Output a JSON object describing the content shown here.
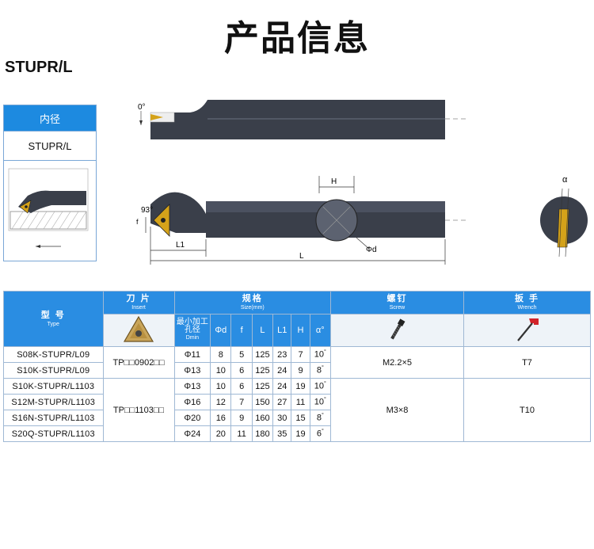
{
  "title": "产品信息",
  "product_code": "STUPR/L",
  "left_panel": {
    "header": "内径",
    "code": "STUPR/L"
  },
  "drawing": {
    "angle_zero": "0°",
    "angle_93": "93°",
    "label_f": "f",
    "label_L1": "L1",
    "label_L": "L",
    "label_H": "H",
    "label_phid": "Φd",
    "label_alpha": "α"
  },
  "table": {
    "headers": {
      "model_cn": "型 号",
      "model_en": "Type",
      "insert_cn": "刀 片",
      "insert_en": "Insert",
      "size_cn": "规格",
      "size_en": "Size(mm)",
      "screw_cn": "螺钉",
      "screw_en": "Screw",
      "wrench_cn": "扳 手",
      "wrench_en": "Wrench"
    },
    "subheaders": {
      "dmin_cn": "最小加工孔径",
      "dmin_en": "Dmin",
      "phid": "Φd",
      "f": "f",
      "L": "L",
      "L1": "L1",
      "H": "H",
      "alpha": "α°"
    },
    "groups": [
      {
        "insert": "TP□□0902□□",
        "screw": "M2.2×5",
        "wrench": "T7",
        "rows": [
          {
            "model": "S08K-STUPR/L09",
            "dmin": "Φ11",
            "d": "8",
            "f": "5",
            "L": "125",
            "L1": "23",
            "H": "7",
            "alpha": "10"
          },
          {
            "model": "S10K-STUPR/L09",
            "dmin": "Φ13",
            "d": "10",
            "f": "6",
            "L": "125",
            "L1": "24",
            "H": "9",
            "alpha": "8"
          }
        ]
      },
      {
        "insert": "TP□□1103□□",
        "screw": "M3×8",
        "wrench": "T10",
        "rows": [
          {
            "model": "S10K-STUPR/L1103",
            "dmin": "Φ13",
            "d": "10",
            "f": "6",
            "L": "125",
            "L1": "24",
            "H": "19",
            "alpha": "10"
          },
          {
            "model": "S12M-STUPR/L1103",
            "dmin": "Φ16",
            "d": "12",
            "f": "7",
            "L": "150",
            "L1": "27",
            "H": "11",
            "alpha": "10"
          },
          {
            "model": "S16N-STUPR/L1103",
            "dmin": "Φ20",
            "d": "16",
            "f": "9",
            "L": "160",
            "L1": "30",
            "H": "15",
            "alpha": "8"
          },
          {
            "model": "S20Q-STUPR/L1103",
            "dmin": "Φ24",
            "d": "20",
            "f": "11",
            "L": "180",
            "L1": "35",
            "H": "19",
            "alpha": "6"
          }
        ]
      }
    ]
  },
  "colors": {
    "header_blue": "#2a8de2",
    "tool_body": "#3a3f4a",
    "insert_gold": "#d4a21a"
  }
}
